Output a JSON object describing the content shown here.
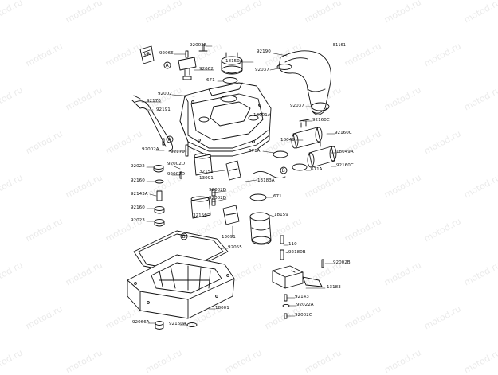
{
  "diagram": {
    "code": "E1161",
    "watermark": "motod.ru",
    "fr_tag": "FR",
    "callouts": [
      "A",
      "A",
      "B",
      "B"
    ],
    "labels": {
      "p92002B_top": "92002B",
      "p92066": "92066",
      "p92062": "92062",
      "p18150A": "18150A",
      "p92190": "92190",
      "p671_a": "671",
      "p92037_a": "92037",
      "p92002_a": "92002",
      "p92170_a": "92170",
      "p92191": "92191",
      "p18001A": "18001A",
      "p92037_b": "92037",
      "p92160C_a": "92160C",
      "p92160C_b": "92160C",
      "p18049": "18049",
      "p18049A": "18049A",
      "p92002A_a": "92002A",
      "p92170_b": "92170",
      "p671A_a": "671A",
      "p671A_b": "671A",
      "p92160C_c": "92160C",
      "p92022": "92022",
      "p92002D_a": "92002D",
      "p92002D_b": "92002D",
      "p32151_a": "32151",
      "p13091_a": "13091",
      "p13183A": "13183A",
      "p92160_a": "92160",
      "p92002D_c": "92002D",
      "p671_b": "671",
      "p92143A": "92143A",
      "p92002D_d": "92002D",
      "p92160_b": "92160",
      "p32151_b": "32151",
      "p18159": "18159",
      "p92023": "92023",
      "p13091_b": "13091",
      "p92055": "92055",
      "p110": "110",
      "p92180B": "92180B",
      "p92002B_b": "92002B",
      "p13183": "13183",
      "p92143": "92143",
      "p92022A": "92022A",
      "p18001": "18001",
      "p92002C": "92002C",
      "p92066A": "92066A",
      "p92160A": "92160A"
    }
  }
}
